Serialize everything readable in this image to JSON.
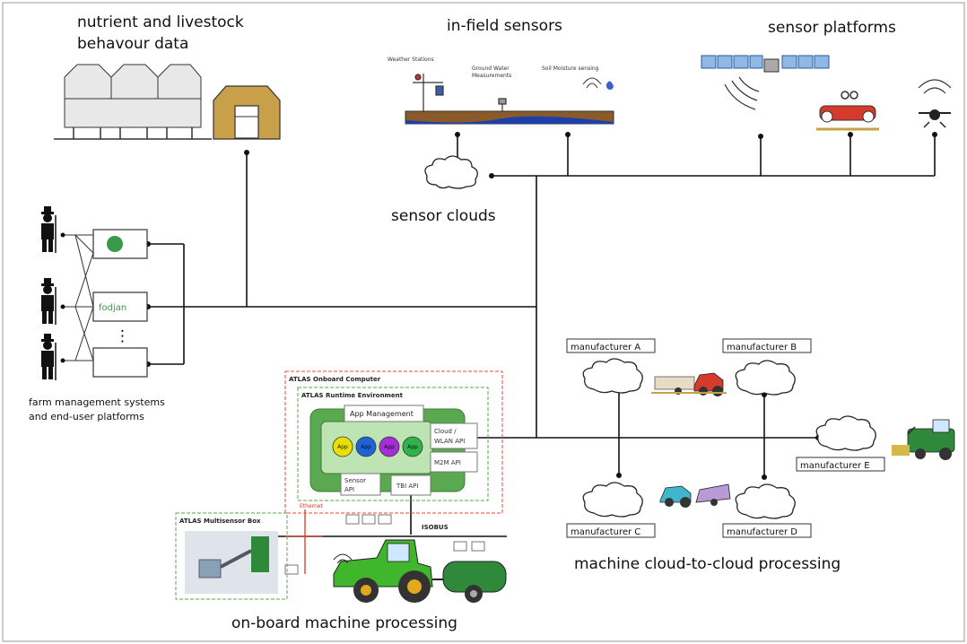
{
  "labels": {
    "nutrient_title_line1": "nutrient and livestock",
    "nutrient_title_line2": "behavour data",
    "infield_title": "in-field sensors",
    "platforms_title": "sensor platforms",
    "sensor_clouds": "sensor clouds",
    "fms_line1": "farm management systems",
    "fms_line2": "and end-user platforms",
    "onboard_processing": "on-board machine processing",
    "c2c_processing": "machine cloud-to-cloud processing"
  },
  "infield": {
    "weather": "Weather Stations",
    "groundwater_1": "Ground Water",
    "groundwater_2": "Measurements",
    "soil": "Soil Moisture sensing"
  },
  "fms_apps": {
    "first": "",
    "second": "fodjan",
    "dots": "⋮"
  },
  "atlas": {
    "onboard_computer": "ATLAS Onboard Computer",
    "runtime_env": "ATLAS Runtime Environment",
    "app_management": "App Management",
    "app_label": "App",
    "cloud_api_1": "Cloud /",
    "cloud_api_2": "WLAN API",
    "m2m_api": "M2M API",
    "sensor_api_1": "Sensor",
    "sensor_api_2": "API",
    "tbi_api": "TBI API",
    "multisensor_box": "ATLAS Multisensor Box",
    "isobus": "ISOBUS",
    "ethernet": "Ethernet"
  },
  "manufacturers": {
    "a": "manufacturer A",
    "b": "manufacturer B",
    "c": "manufacturer C",
    "d": "manufacturer D",
    "e": "manufacturer E"
  },
  "colors": {
    "app_yellow": "#e8e000",
    "app_blue": "#1e63d8",
    "app_purple": "#a52fd6",
    "app_green": "#2fb34a",
    "runtime_green": "#5aa84f",
    "onboard_red": "#e34a3a",
    "tractor_green": "#3fb62c",
    "barn_tan": "#c9a04a"
  }
}
